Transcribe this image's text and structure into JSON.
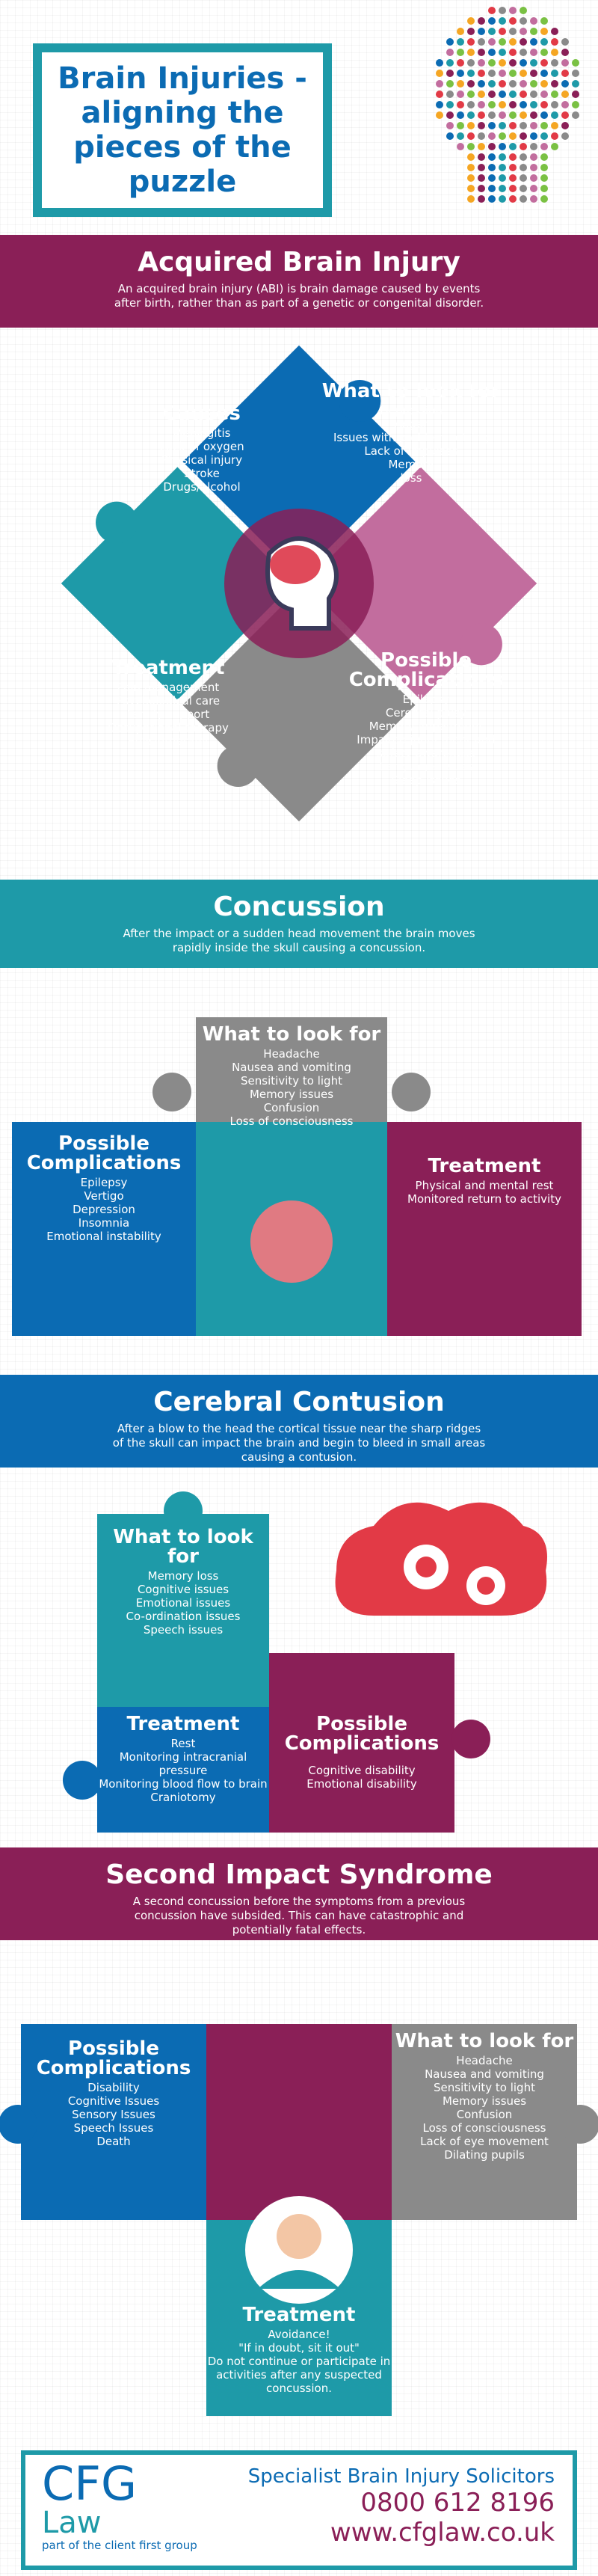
{
  "title": "Brain Injuries - aligning the pieces of the puzzle",
  "colors": {
    "purple": "#8a1f57",
    "teal": "#1e9aa8",
    "blue": "#0b6bb3",
    "grey": "#8a8a8a",
    "pink": "#c26d9e"
  },
  "abi": {
    "heading": "Acquired Brain Injury",
    "desc": "An acquired brain injury (ABI) is brain damage caused by events after birth, rather than as part of a genetic or congenital disorder.",
    "causes": {
      "title": "Causes",
      "items": "Meningitis\nLack of oxygen\nPhysical injury\nStroke\nDrugs/alcohol"
    },
    "look": {
      "title": "What to look for",
      "items": "Depression\nAnger\nIssues with problem solving\nLack of impulses\nMemory\nloss"
    },
    "treatment": {
      "title": "Treatment",
      "items": "Pain management\nPsychological care\nFamily support\nOccupational therapy\nPhysiotherapy"
    },
    "complications": {
      "title": "Possible Complications",
      "items": "Epilepsy\nCerebral palsy\nMemory impairment\nImpaired judgement and safety awareness\nLanguage issues\nSleep issues"
    }
  },
  "concussion": {
    "heading": "Concussion",
    "desc": "After the impact or a sudden head movement the brain moves rapidly inside the skull causing a concussion.",
    "look": {
      "title": "What to look for",
      "items": "Headache\nNausea and vomiting\nSensitivity to light\nMemory issues\nConfusion\nLoss of consciousness"
    },
    "complications": {
      "title": "Possible Complications",
      "items": "Epilepsy\nVertigo\nDepression\nInsomnia\nEmotional instability"
    },
    "treatment": {
      "title": "Treatment",
      "items": "Physical and mental rest\nMonitored return to activity"
    }
  },
  "contusion": {
    "heading": "Cerebral Contusion",
    "desc": "After a blow to the head the cortical tissue near the sharp ridges of the skull can impact the brain and begin to bleed in small areas causing a contusion.",
    "look": {
      "title": "What to look for",
      "items": "Memory loss\nCognitive issues\nEmotional issues\nCo-ordination issues\nSpeech issues"
    },
    "treatment": {
      "title": "Treatment",
      "items": "Rest\nMonitoring intracranial pressure\nMonitoring blood flow to brain\nCraniotomy"
    },
    "complications": {
      "title": "Possible Complications",
      "items": "Cognitive disability\nEmotional disability"
    }
  },
  "sis": {
    "heading": "Second Impact Syndrome",
    "desc": "A second concussion before the symptoms from a previous concussion have subsided. This can have catastrophic and potentially fatal effects.",
    "complications": {
      "title": "Possible Complications",
      "items": "Disability\nCognitive Issues\nSensory Issues\nSpeech Issues\nDeath"
    },
    "look": {
      "title": "What to look for",
      "items": "Headache\nNausea and vomiting\nSensitivity to light\nMemory issues\nConfusion\nLoss of consciousness\nLack of eye movement\nDilating pupils"
    },
    "treatment": {
      "title": "Treatment",
      "items": "Avoidance!\n\"If in doubt, sit it out\"\nDo not continue or participate in activities after any suspected concussion."
    }
  },
  "footer": {
    "logo_main": "CFG",
    "logo_law": "Law",
    "logo_sub": "part of the client first group",
    "specialist": "Specialist Brain Injury Solicitors",
    "phone": "0800 612 8196",
    "website": "www.cfglaw.co.uk"
  }
}
